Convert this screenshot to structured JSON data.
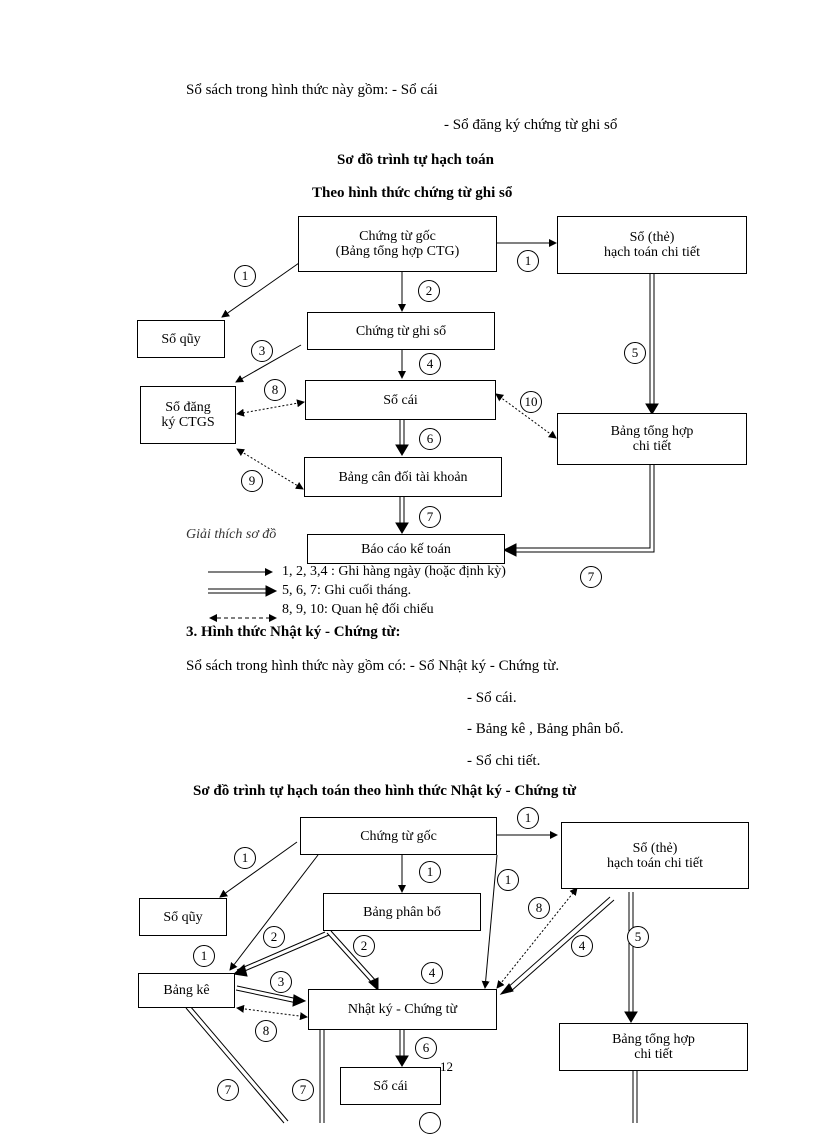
{
  "section2": {
    "books_intro": "Sổ sách trong hình thức này gồm: - Sổ cái",
    "books_item2": "- Sổ đăng ký chứng từ ghi sổ",
    "title1": "Sơ đồ trình tự hạch toán",
    "title2": "Theo hình thức chứng từ ghi sổ"
  },
  "diagram1": {
    "boxes": {
      "ctg_line1": "Chứng từ gốc",
      "ctg_line2": "(Bảng tổng hợp CTG)",
      "sothe_line1": "Sổ (thẻ)",
      "sothe_line2": "hạch toán chi tiết",
      "soquy": "Sổ qũy",
      "ctgs": "Chứng từ ghi sổ",
      "sodangky_line1": "Sổ đăng",
      "sodangky_line2": "ký CTGS",
      "socai": "Sổ cái",
      "bangtonghop_line1": "Bảng tổng hợp",
      "bangtonghop_line2": "chi tiết",
      "bcdtk": "Bảng cân đối tài khoản",
      "baocao": "Báo cáo kế toán"
    },
    "circles": [
      "1",
      "1",
      "2",
      "3",
      "4",
      "5",
      "8",
      "10",
      "6",
      "9",
      "7",
      "7"
    ]
  },
  "legend": {
    "title": "Giải thích sơ đồ",
    "row1": "1, 2, 3,4 :  Ghi hàng ngày (hoặc định kỳ)",
    "row2": "5, 6, 7:     Ghi cuối tháng.",
    "row3": "8, 9, 10:   Quan hệ đối chiếu"
  },
  "section3": {
    "heading": "3. Hình thức Nhật ký - Chứng từ:",
    "books_intro": "Sổ sách trong hình thức này gồm có: - Sổ Nhật ký - Chứng từ.",
    "item2": "- Sổ cái.",
    "item3": "- Bảng kê , Bảng phân bổ.",
    "item4": "- Sổ chi tiết.",
    "title": "Sơ đồ trình tự hạch toán theo hình thức Nhật ký - Chứng từ"
  },
  "diagram2": {
    "boxes": {
      "ctg": "Chứng từ gốc",
      "sothe_line1": "Sổ (thẻ)",
      "sothe_line2": "hạch toán chi tiết",
      "soquy": "Sổ qũy",
      "bangphanbo": "Bảng phân bổ",
      "bangke": "Bảng kê",
      "nkct": "Nhật ký - Chứng từ",
      "bangtonghop_line1": "Bảng tổng hợp",
      "bangtonghop_line2": "chi tiết",
      "socai": "Sổ cái"
    },
    "circles": [
      "1",
      "1",
      "1",
      "1",
      "8",
      "1",
      "2",
      "2",
      "4",
      "5",
      "3",
      "4",
      "8",
      "6",
      "7",
      "7"
    ]
  },
  "page_number": "12"
}
